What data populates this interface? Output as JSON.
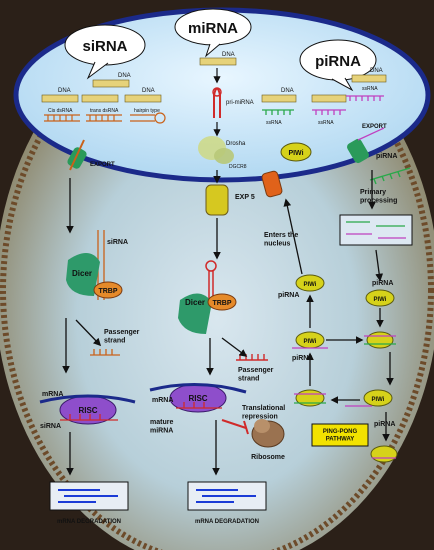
{
  "bubbles": {
    "sirna": "siRNA",
    "mirna": "miRNA",
    "pirna": "piRNA"
  },
  "nucleus": {
    "dna": "DNA",
    "cis_dsrna": "Cis dsRNA",
    "trans_dsrna": "trans dsRNA",
    "hairpin": "hairpin type",
    "pri_mirna": "pri-miRNA",
    "drosha": "Drosha",
    "dgcr8": "DGCR8",
    "ssrna": "ssRNA",
    "export_left": "EXPORT",
    "export_right": "EXPORT"
  },
  "cytoplasm": {
    "exp5": "EXP 5",
    "pirna_label_top": "piRNA",
    "primary_processing": "Primary\nprocessing",
    "enters_nucleus": "Enters the\nnucleus",
    "sirna_dicer_label": "siRNA",
    "dicer": "Dicer",
    "trbp": "TRBP",
    "piwi": "PIWi",
    "pirna": "piRNA",
    "passenger_strand": "Passenger\nstrand",
    "mrna": "mRNA",
    "risc": "RISC",
    "sirna": "siRNA",
    "mature_mirna": "mature\nmiRNA",
    "translational_repression": "Translational\nrepression",
    "ribosome": "Ribosome",
    "ping_pong": "PING-PONG\nPATHWAY",
    "mrna_degradation": "mRNA DEGRADATION"
  },
  "colors": {
    "nucleus_fill": "#c9e6f7",
    "nucleus_border": "#1b2a8a",
    "dicer": "#2e9a6a",
    "trbp": "#e58a2a",
    "risc": "#8e4ecb",
    "piwi": "#d6d21a",
    "ping_pong_box": "#f2e200",
    "degradation_lines": "#1b3bd6"
  }
}
